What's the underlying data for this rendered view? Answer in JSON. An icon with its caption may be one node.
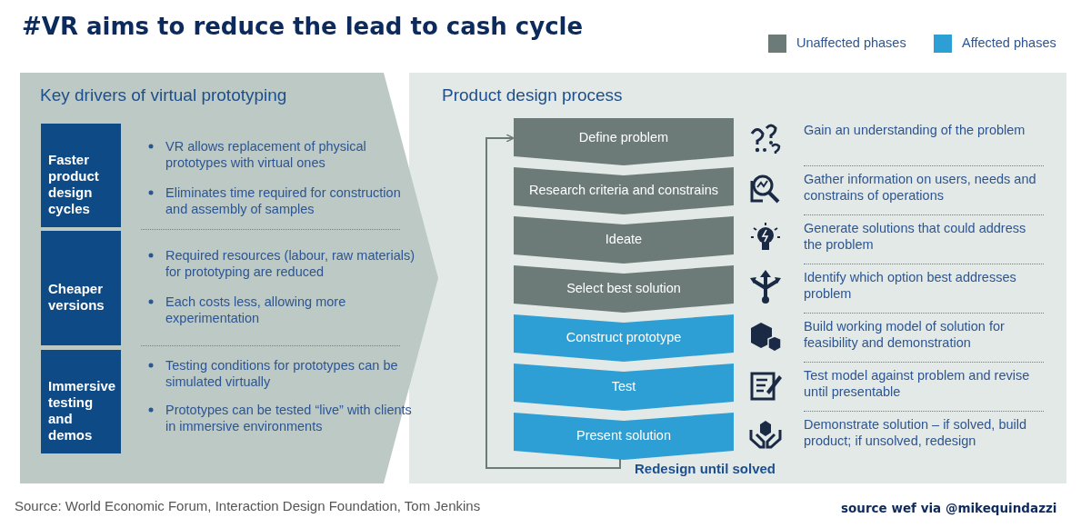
{
  "diagram": {
    "title": "#VR aims to reduce the lead to cash cycle",
    "nodes": [
      {
        "text": [
          "Key drivers of virtual prototyping"
        ]
      },
      {
        "text": [
          "Faster product design cycles"
        ],
        "in": 0
      },
      {
        "text": [
          "Cheaper versions"
        ],
        "in": 0
      },
      {
        "text": [
          "Immersive testing and demos"
        ],
        "in": 0
      },
      {
        "text": [
          "Product design process"
        ]
      },
      {
        "text": [
          "Define problem"
        ],
        "in": 4
      },
      {
        "text": [
          "Research criteria and constrains"
        ],
        "in": 4
      },
      {
        "text": [
          "Ideate"
        ],
        "in": 4
      },
      {
        "text": [
          "Select best solution"
        ],
        "in": 4
      },
      {
        "text": [
          "Construct prototype"
        ],
        "in": 4
      },
      {
        "text": [
          "Test"
        ],
        "in": 4
      },
      {
        "text": [
          "Present solution"
        ],
        "in": 4
      }
    ],
    "edges": [
      {
        "from": 11,
        "to": 5,
        "arrow": "to",
        "label": "Redesign until solved"
      }
    ],
    "labels": [
      "VR allows replacement of physical prototypes with virtual ones",
      "Eliminates time required for construction and assembly of samples",
      "Required resources (labour, raw materials) for prototyping are reduced",
      "Each costs less, allowing more experimentation",
      "Testing conditions for prototypes can be simulated virtually",
      "Prototypes can be tested “live” with clients in immersive environments",
      "Gain an understanding of the problem",
      "Gather information on users, needs and constrains of operations",
      "Generate solutions that could address the problem",
      "Identify which option best addresses problem",
      "Build working model of solution for feasibility and demonstration",
      "Test model against problem and revise until presentable",
      "Demonstrate solution – if solved, build product; if unsolved, redesign",
      "Source: World Economic Forum, Interaction Design Foundation, Tom Jenkins",
      "source wef via @mikequindazzi"
    ],
    "legend": [
      {
        "text": "Unaffected phases",
        "color": "#6d7b78"
      },
      {
        "text": "Affected phases",
        "color": "#2e9fd4"
      }
    ]
  }
}
